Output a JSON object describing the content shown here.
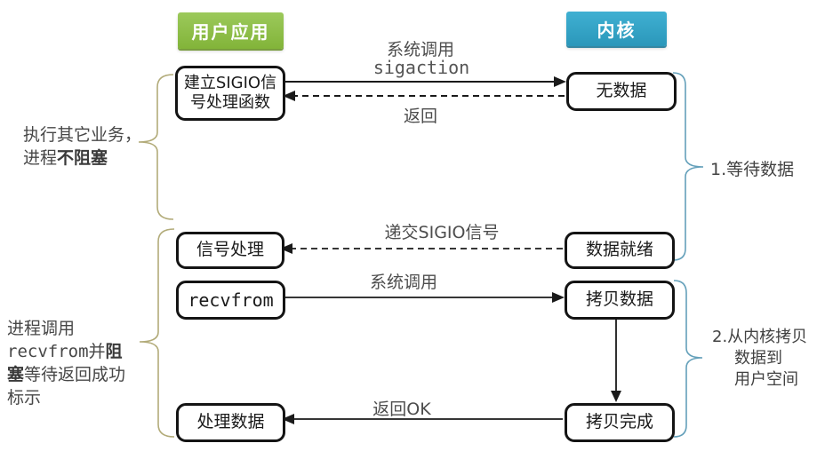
{
  "diagram": {
    "columns": {
      "user_app": {
        "label": "用户应用",
        "color": "#8cbe47"
      },
      "kernel": {
        "label": "内核",
        "color": "#31a5c8"
      }
    },
    "user_boxes": {
      "setup_sigio": {
        "line1": "建立SIGIO信",
        "line2": "号处理函数"
      },
      "signal_handle": {
        "label": "信号处理"
      },
      "recvfrom": {
        "label": "recvfrom"
      },
      "process_data": {
        "label": "处理数据"
      }
    },
    "kernel_boxes": {
      "no_data": {
        "label": "无数据"
      },
      "data_ready": {
        "label": "数据就绪"
      },
      "copy_data": {
        "label": "拷贝数据"
      },
      "copy_done": {
        "label": "拷贝完成"
      }
    },
    "arrow_labels": {
      "sigaction_call_line1": "系统调用",
      "sigaction_call_line2": "sigaction",
      "sigaction_return": "返回",
      "deliver_sigio": "递交SIGIO信号",
      "recvfrom_call": "系统调用",
      "return_ok": "返回OK"
    },
    "annotations": {
      "left_top": {
        "line1": "执行其它业务，",
        "line2_prefix": "进程",
        "line2_bold": "不阻塞"
      },
      "left_bottom": {
        "line1": "进程调用",
        "line2_mono": "recvfrom",
        "line2_mid": "并",
        "line2_bold": "阻",
        "line3_bold": "塞",
        "line3_rest": "等待返回成功",
        "line4": "标示"
      },
      "right_top": {
        "label": "1.等待数据"
      },
      "right_bottom": {
        "line1": "2.从内核拷贝",
        "line2": "数据到",
        "line3": "用户空间"
      }
    },
    "brace_colors": {
      "left": "#b2ab79",
      "right": "#64a0ba"
    },
    "arrow_color": "#1a1a1a"
  }
}
